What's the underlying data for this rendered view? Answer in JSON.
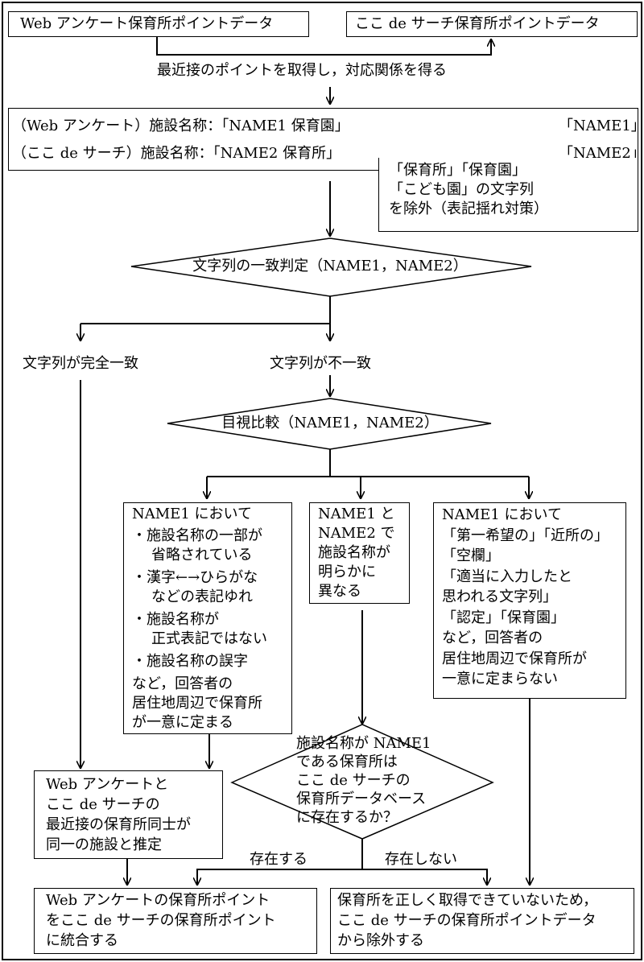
{
  "top": {
    "web_points": "Web アンケート保育所ポイントデータ",
    "koko_points": "ここ de サーチ保育所ポイントデータ",
    "nearest_note": "最近接のポイントを取得し，対応関係を得る"
  },
  "names": {
    "web_line": "（Web アンケート）施設名称：「NAME1 保育園」",
    "web_target": "「NAME1」",
    "koko_line": "（ここ de サーチ）施設名称：「NAME2 保育所」",
    "koko_target": "「NAME2」",
    "exclude_note": [
      "「保育所」「保育園」",
      "「こども園」の文字列",
      "を除外（表記揺れ対策）"
    ]
  },
  "decision1": {
    "label": "文字列の一致判定（NAME1，NAME2）",
    "match": "文字列が完全一致",
    "mismatch": "文字列が不一致"
  },
  "decision2": {
    "label": "目視比較（NAME1，NAME2）"
  },
  "case_left": {
    "heading": "NAME1 において",
    "bullets": [
      [
        "・施設名称の一部が",
        "省略されている"
      ],
      [
        "・漢字←→ひらがな",
        "などの表記ゆれ"
      ],
      [
        "・施設名称が",
        "正式表記ではない"
      ],
      [
        "・施設名称の誤字"
      ]
    ],
    "footer": [
      "など，回答者の",
      "居住地周辺で保育所",
      "が一意に定まる"
    ]
  },
  "case_mid": {
    "lines": [
      "NAME1 と",
      "NAME2 で",
      "施設名称が",
      "明らかに",
      "異なる"
    ]
  },
  "case_right": {
    "lines": [
      "NAME1 において",
      "「第一希望の」「近所の」",
      "「空欄」",
      "「適当に入力したと",
      "思われる文字列」",
      "「認定」「保育園」",
      "など，回答者の",
      "居住地周辺で保育所が",
      "一意に定まらない"
    ]
  },
  "estimate_box": {
    "lines": [
      "Web アンケートと",
      "ここ de サーチの",
      "最近接の保育所同士が",
      "同一の施設と推定"
    ]
  },
  "decision3": {
    "lines": [
      "施設名称が NAME1",
      "である保育所は",
      "ここ de サーチの",
      "保育所データベース",
      "に存在するか？"
    ],
    "yes": "存在する",
    "no": "存在しない"
  },
  "result_merge": {
    "lines": [
      "Web アンケートの保育所ポイント",
      "をここ de サーチの保育所ポイント",
      "に統合する"
    ]
  },
  "result_exclude": {
    "lines": [
      "保育所を正しく取得できていないため，",
      "ここ de サーチの保育所ポイントデータ",
      "から除外する"
    ]
  }
}
